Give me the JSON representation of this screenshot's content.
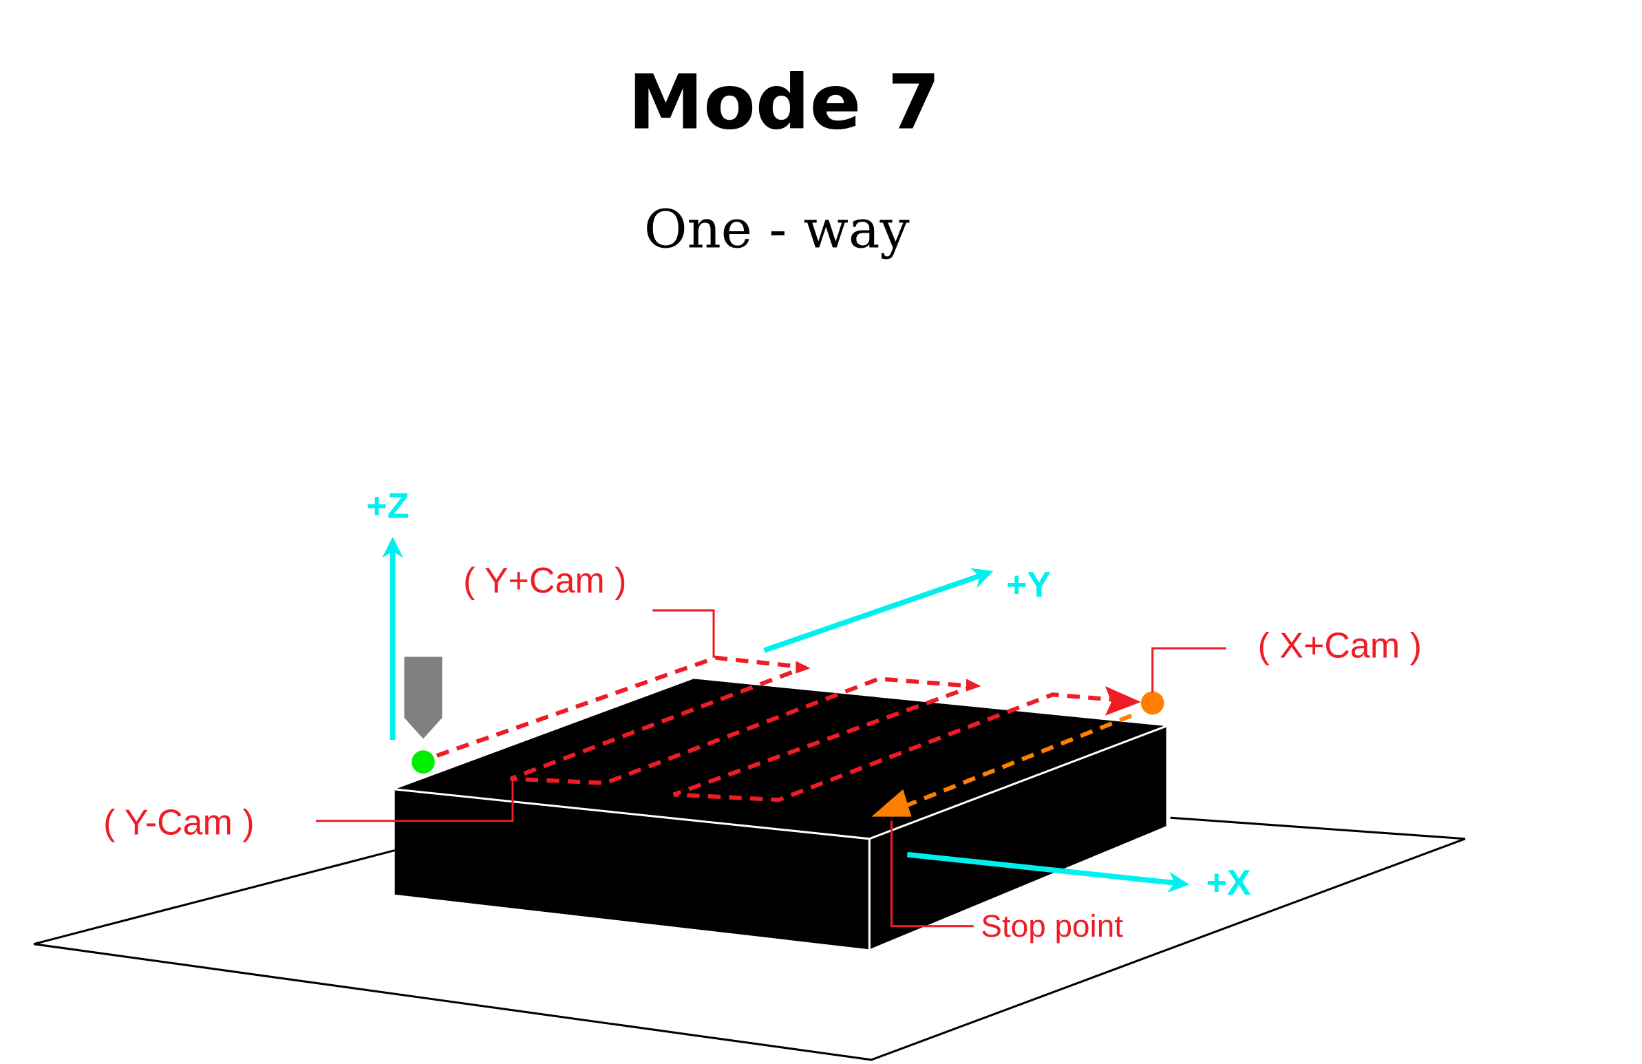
{
  "title": "Mode 7",
  "subtitle": "One - way",
  "axes": {
    "z": "+Z",
    "y": "+Y",
    "x": "+X"
  },
  "callouts": {
    "y_plus_cam": "( Y+Cam )",
    "x_plus_cam": "( X+Cam )",
    "y_minus_cam": "( Y-Cam )",
    "stop_point": "Stop point"
  },
  "colors": {
    "axis": "#00f0f0",
    "path": "#ee1c25",
    "return": "#ff8000",
    "start": "#00ee00",
    "tool": "#808080"
  }
}
